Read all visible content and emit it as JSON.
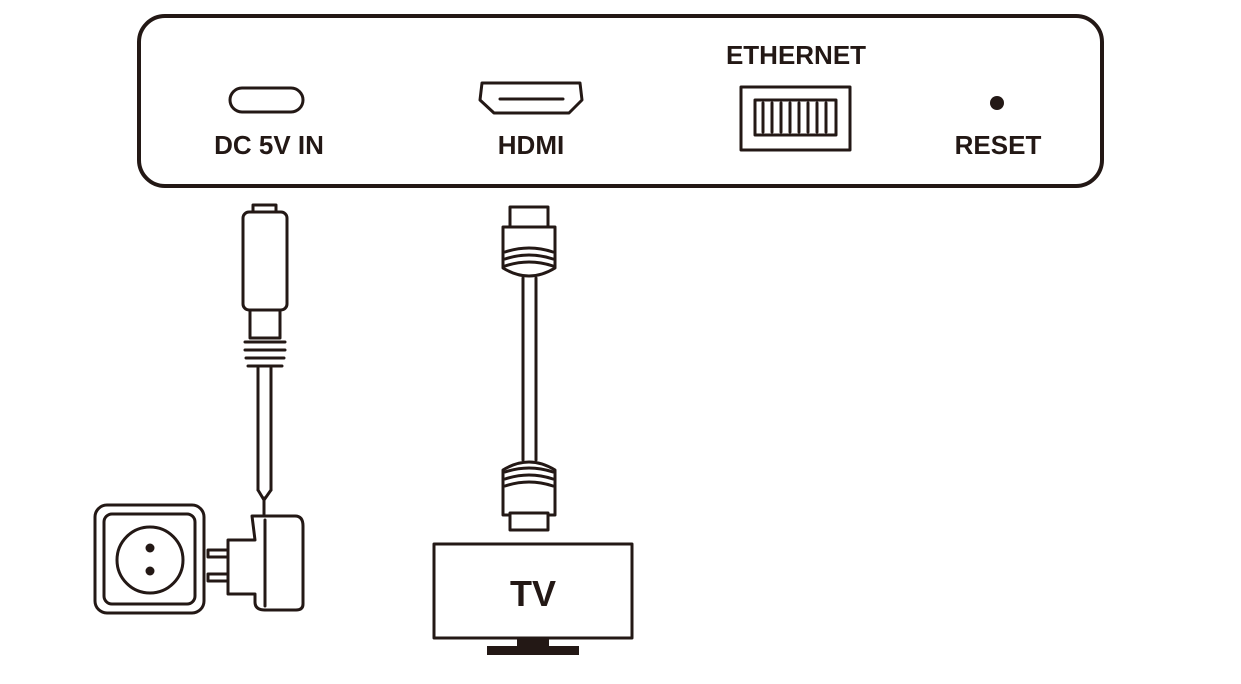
{
  "device": {
    "ports": {
      "dc_in": "DC 5V IN",
      "hdmi": "HDMI",
      "ethernet": "ETHERNET",
      "reset": "RESET"
    }
  },
  "tv": {
    "label": "TV"
  },
  "colors": {
    "line": "#231815",
    "background": "#ffffff"
  }
}
